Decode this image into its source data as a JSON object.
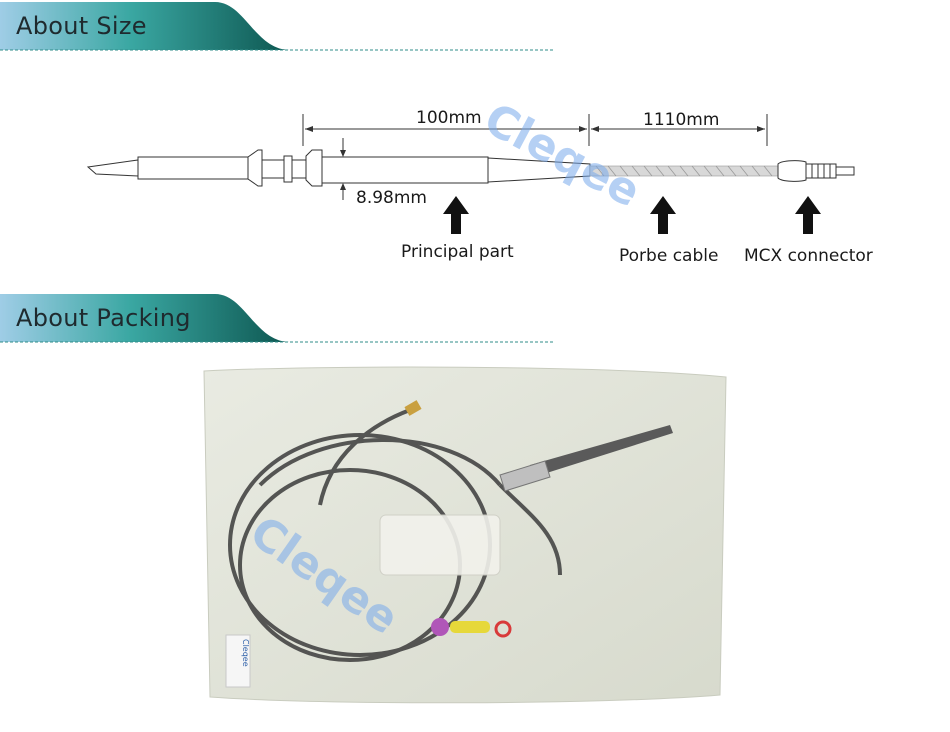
{
  "sections": {
    "size_title": "About Size",
    "packing_title": "About Packing"
  },
  "diagram": {
    "dim_principal": "100mm",
    "dim_cable": "1110mm",
    "dim_diameter": "8.98mm",
    "label_principal": "Principal part",
    "label_cable": "Porbe cable",
    "label_connector": "MCX connector"
  },
  "watermark": "Cleqee",
  "packing": {
    "bag_tag": "Cleqee"
  },
  "colors": {
    "header_start": "#8fc4e0",
    "header_mid": "#2f9c9a",
    "header_end": "#0e5a55",
    "watermark": "#78aaeb"
  }
}
